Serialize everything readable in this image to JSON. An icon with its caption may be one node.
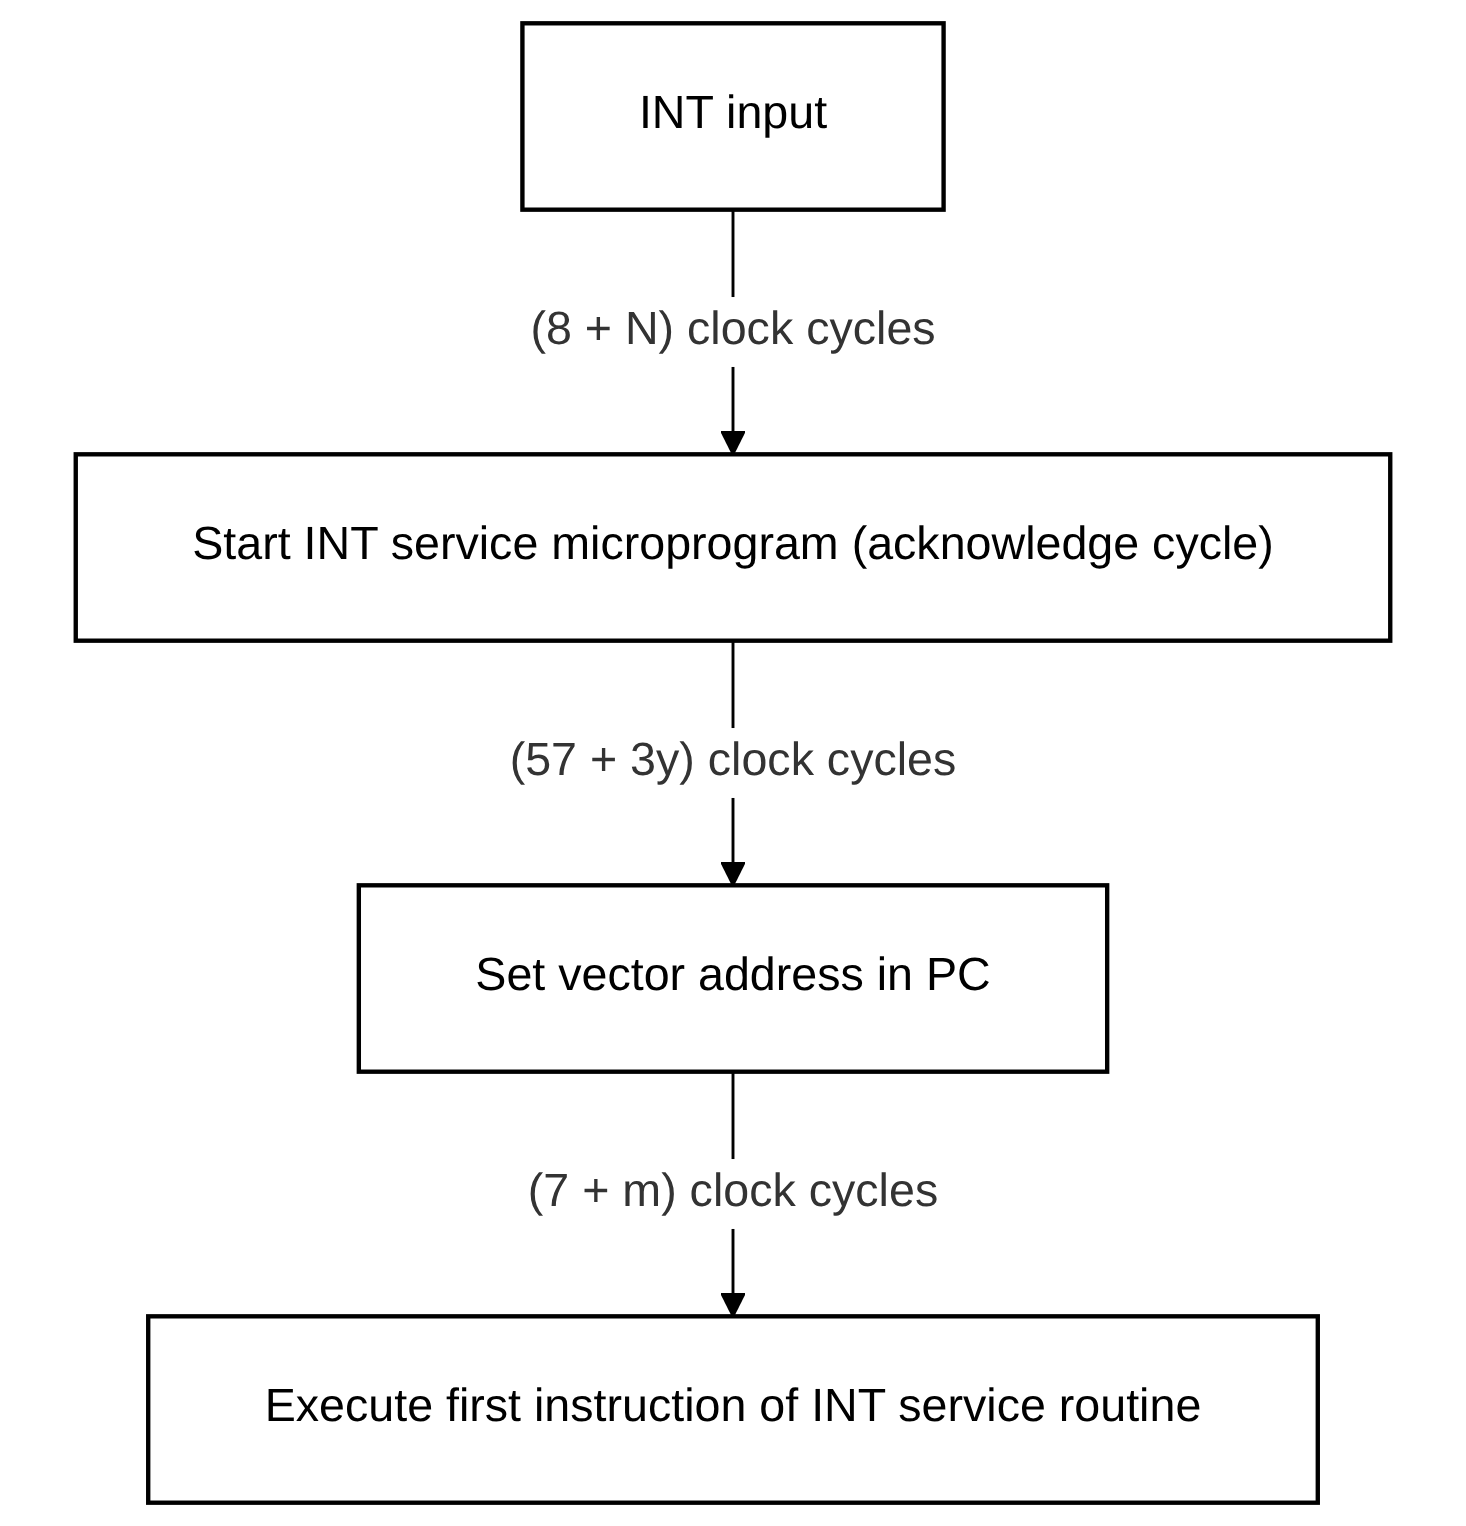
{
  "diagram": {
    "nodes": [
      {
        "text": [
          "INT input"
        ]
      },
      {
        "text": [
          "Start INT service microprogram (acknowledge cycle)"
        ]
      },
      {
        "text": [
          "Set vector address in PC"
        ]
      },
      {
        "text": [
          "Execute first instruction of INT service routine"
        ]
      }
    ],
    "edges": [
      {
        "from": 0,
        "to": 1,
        "arrow": "to",
        "label": "(8 + N) clock cycles"
      },
      {
        "from": 1,
        "to": 2,
        "arrow": "to",
        "label": "(57 + 3y) clock cycles"
      },
      {
        "from": 2,
        "to": 3,
        "arrow": "to",
        "label": "(7 + m) clock cycles"
      }
    ]
  }
}
